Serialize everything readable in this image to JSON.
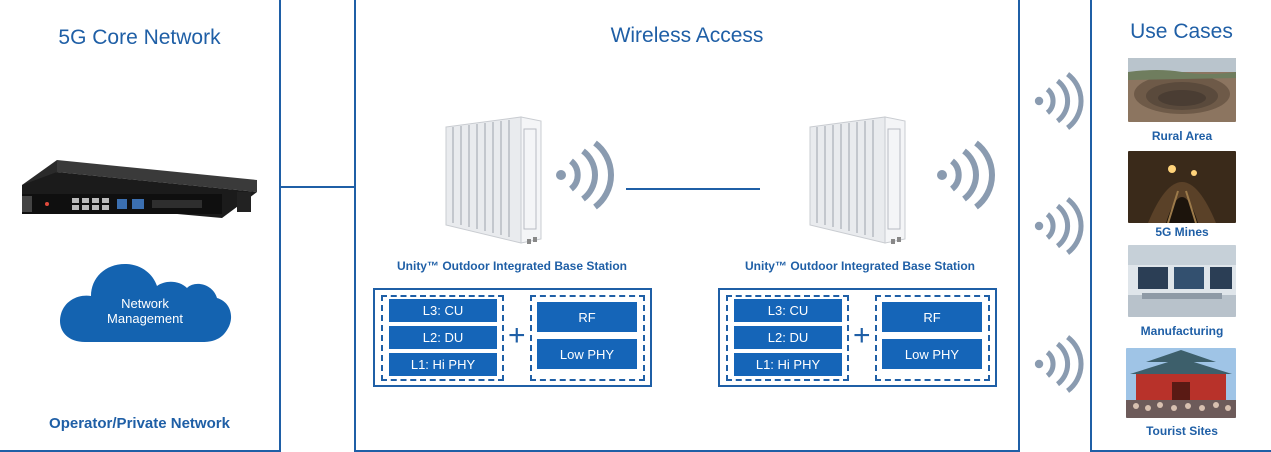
{
  "core": {
    "title": "5G Core Network",
    "cloud_label_line1": "Network",
    "cloud_label_line2": "Management",
    "footer": "Operator/Private Network"
  },
  "access": {
    "title": "Wireless Access",
    "stations": [
      {
        "label": "Unity™ Outdoor Integrated Base Station",
        "du_layers": [
          "L3: CU",
          "L2: DU",
          "L1: Hi PHY"
        ],
        "ru_layers": [
          "RF",
          "Low PHY"
        ],
        "plus": "+"
      },
      {
        "label": "Unity™ Outdoor Integrated Base Station",
        "du_layers": [
          "L3: CU",
          "L2: DU",
          "L1: Hi PHY"
        ],
        "ru_layers": [
          "RF",
          "Low PHY"
        ],
        "plus": "+"
      }
    ]
  },
  "usecases": {
    "title": "Use Cases",
    "items": [
      {
        "label": "Rural Area"
      },
      {
        "label": "5G Mines"
      },
      {
        "label": "Manufacturing"
      },
      {
        "label": "Tourist Sites"
      }
    ]
  },
  "colors": {
    "brand_blue": "#1f5fa6",
    "layer_blue": "#1565b8",
    "cloud_blue": "#1463b0",
    "wave_gray": "#8a9bb0"
  },
  "icons": [
    "server-icon",
    "cloud-icon",
    "base-station-icon",
    "wireless-signal-icon"
  ]
}
